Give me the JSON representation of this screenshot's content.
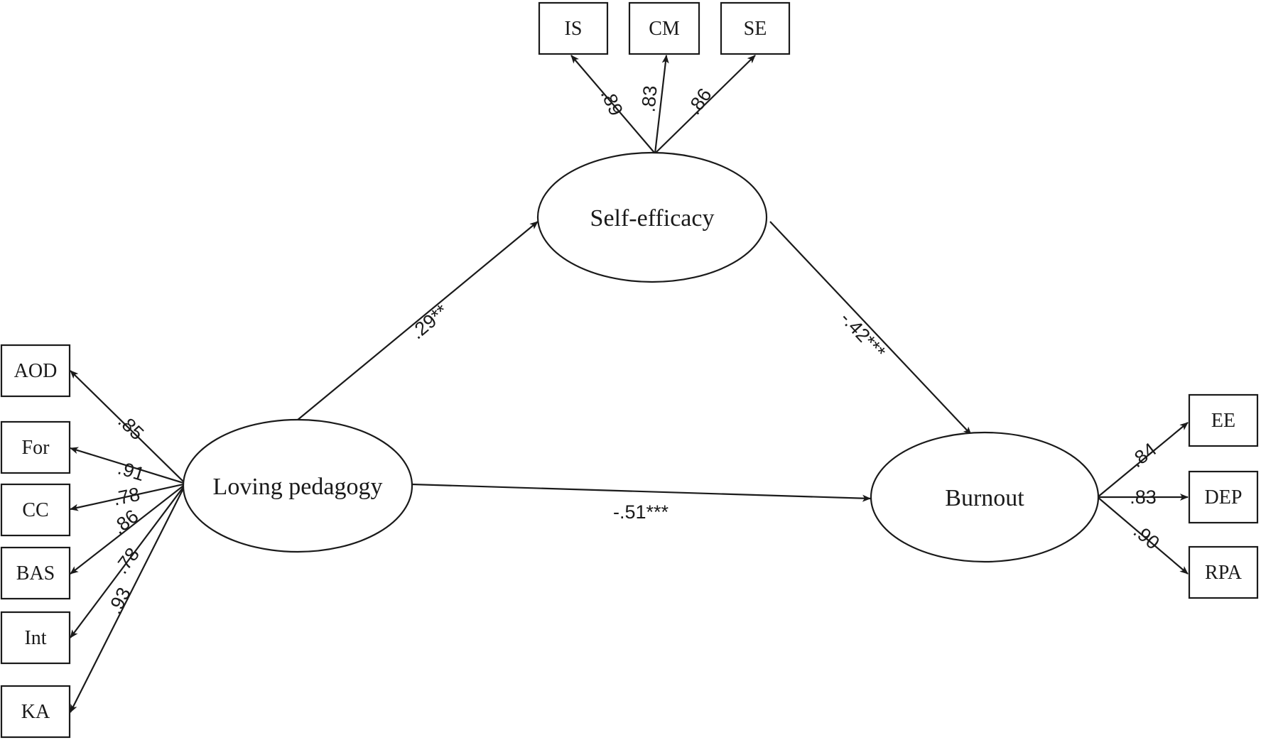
{
  "latents": {
    "self_efficacy": "Self-efficacy",
    "loving_pedagogy": "Loving pedagogy",
    "burnout": "Burnout"
  },
  "indicators": {
    "self_efficacy": [
      "IS",
      "CM",
      "SE"
    ],
    "loving_pedagogy": [
      "AOD",
      "For",
      "CC",
      "BAS",
      "Int",
      "KA"
    ],
    "burnout": [
      "EE",
      "DEP",
      "RPA"
    ]
  },
  "loadings": {
    "self_efficacy": [
      ".89",
      ".83",
      ".86"
    ],
    "loving_pedagogy": [
      ".85",
      ".91",
      ".78",
      ".86",
      ".78",
      ".93"
    ],
    "burnout": [
      ".84",
      ".83",
      ".90"
    ]
  },
  "paths": {
    "lp_to_se": ".29**",
    "se_to_burnout": "-.42***",
    "lp_to_burnout": "-.51***"
  }
}
